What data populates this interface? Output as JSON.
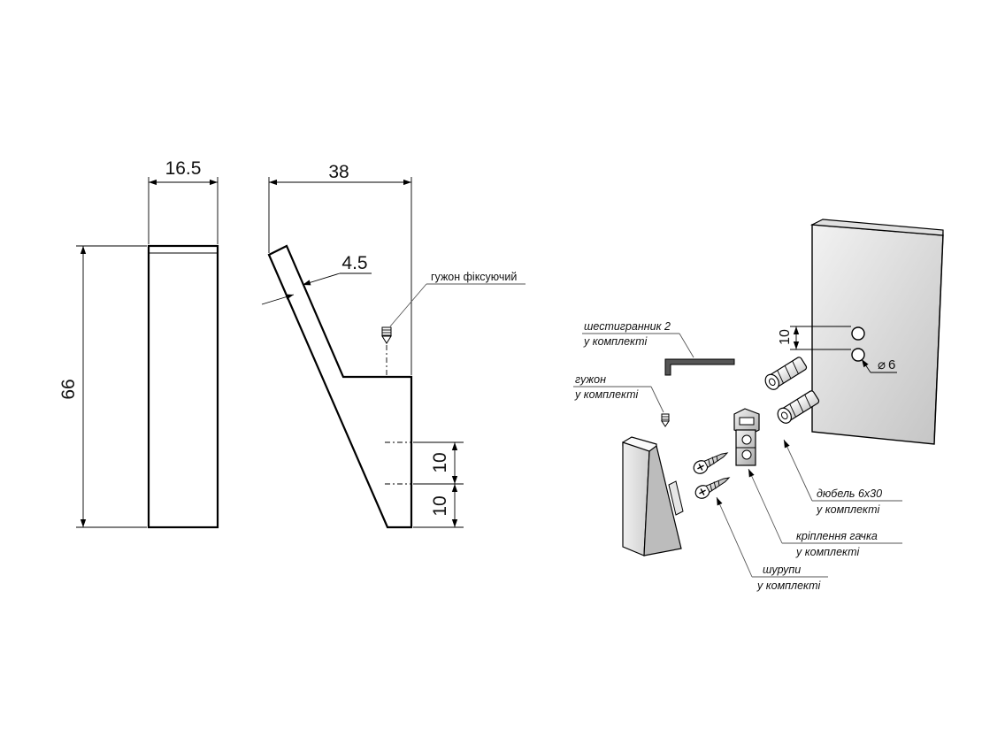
{
  "dimensions": {
    "width": "16.5",
    "depth": "38",
    "height": "66",
    "thickness": "4.5",
    "offset_upper": "10",
    "offset_lower": "10",
    "hole_spacing": "10",
    "hole_diameter": "6"
  },
  "labels": {
    "set_screw_side": "гужон фіксуючий",
    "hex_key_line1": "шестигранник 2",
    "hex_key_line2": "у комплекті",
    "set_screw_line1": "гужон",
    "set_screw_line2": "у комплекті",
    "dowel_line1": "дюбель 6х30",
    "dowel_line2": "у комплекті",
    "bracket_line1": "кріплення гачка",
    "bracket_line2": "у комплекті",
    "screws_line1": "шурупи",
    "screws_line2": "у комплекті"
  },
  "icons": {
    "diameter": "⌀"
  }
}
